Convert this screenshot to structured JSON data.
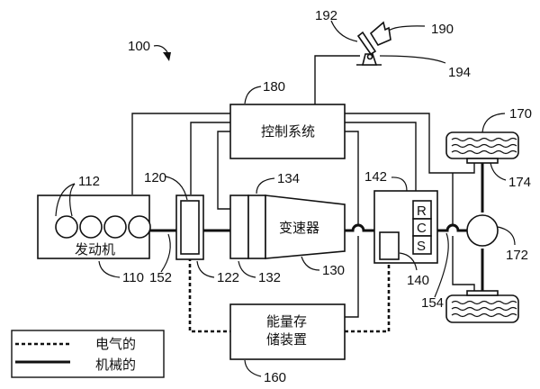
{
  "diagram": {
    "system_ref": "100",
    "components": {
      "engine": {
        "ref": "110",
        "label": "发动机",
        "cylinders_ref": "112",
        "cylinder_count": 4
      },
      "motor_generator": {
        "ref": "120",
        "inner_ref": "122"
      },
      "transmission": {
        "ref": "130",
        "label": "变速器",
        "clutch_ref": "132",
        "torque_converter_ref": "134"
      },
      "gearbox": {
        "ref": "142",
        "rcs": [
          "R",
          "C",
          "S"
        ],
        "motor_ref": "140"
      },
      "control_system": {
        "ref": "180",
        "label": "控制系统"
      },
      "energy_storage": {
        "ref": "160",
        "label_line1": "能量存",
        "label_line2": "储装置"
      },
      "wheel": {
        "ref": "170",
        "brake_ref": "174"
      },
      "differential": {
        "ref": "172"
      },
      "crankshaft_ref": "152",
      "output_shaft_ref": "154",
      "pedal": {
        "ref": "190",
        "pad_ref": "192",
        "sensor_ref": "194"
      }
    },
    "legend": {
      "electrical": "电气的",
      "mechanical": "机械的"
    }
  }
}
